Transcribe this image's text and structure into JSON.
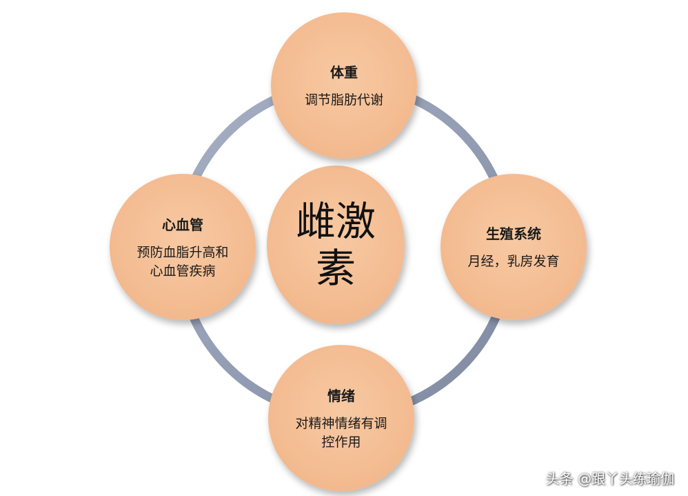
{
  "center": {
    "label": "雌激素"
  },
  "nodes": [
    {
      "title": "体重",
      "description": "调节脂肪代谢"
    },
    {
      "title": "生殖系统",
      "description": "月经，乳房发育"
    },
    {
      "title": "情绪",
      "description": "对精神情绪有调控作用"
    },
    {
      "title": "心血管",
      "description": "预防血脂升高和心血管疾病"
    }
  ],
  "watermark": "头条 @跟丫头练瑜伽",
  "colors": {
    "node_fill": "#f4bc92",
    "ring": "#8e98ad",
    "background": "#ffffff"
  }
}
